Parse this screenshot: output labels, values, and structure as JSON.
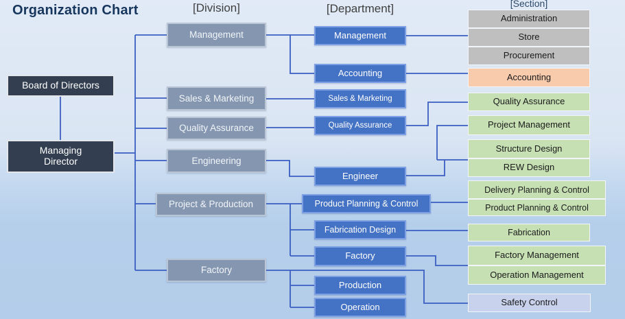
{
  "title": "Organization Chart",
  "headers": {
    "division": "[Division]",
    "department": "[Department]",
    "section": "[Section]"
  },
  "executive": {
    "board_of_directors": "Board of Directors",
    "managing_director": "Managing Director"
  },
  "divisions": {
    "management": "Management",
    "sales_marketing": "Sales & Marketing",
    "quality_assurance": "Quality Assurance",
    "engineering": "Engineering",
    "project_production": "Project & Production",
    "factory": "Factory"
  },
  "departments": {
    "management": "Management",
    "accounting": "Accounting",
    "sales_marketing": "Sales & Marketing",
    "quality_assurance": "Quality Assurance",
    "engineer": "Engineer",
    "product_planning_control": "Product Planning & Control",
    "fabrication_design": "Fabrication Design",
    "factory": "Factory",
    "production": "Production",
    "operation": "Operation"
  },
  "sections": {
    "administration": "Administration",
    "store": "Store",
    "procurement": "Procurement",
    "accounting": "Accounting",
    "quality_assurance": "Quality Assurance",
    "project_management": "Project Management",
    "structure_design": "Structure Design",
    "rew_design": "REW Design",
    "delivery_planning_control": "Delivery Planning & Control",
    "product_planning_control": "Product Planning & Control",
    "fabrication": "Fabrication",
    "factory_management": "Factory Management",
    "operation_management": "Operation Management",
    "safety_control": "Safety Control"
  },
  "colors": {
    "title_text": "#17365d",
    "background_top": "#e1eaf6",
    "background_bottom": "#b3cdea",
    "executive_fill": "#333f50",
    "division_fill": "#8496b0",
    "department_fill": "#4472c4",
    "section_gray": "#bfbfbf",
    "section_orange": "#f8cbad",
    "section_green": "#c6e0b4",
    "section_periwinkle": "#c8d2ec",
    "connector_blue": "#3a5ec1"
  }
}
